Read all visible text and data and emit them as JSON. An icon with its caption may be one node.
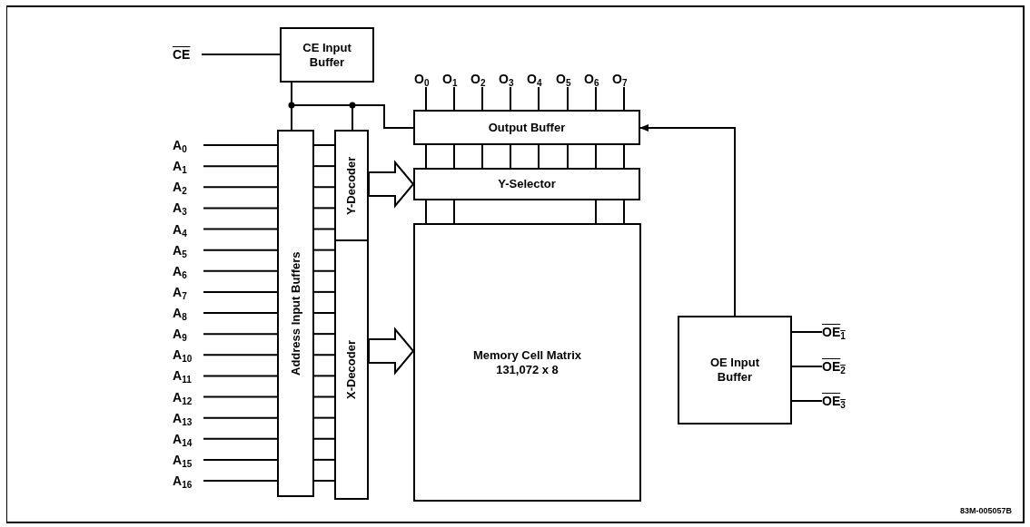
{
  "diagram": {
    "nodes": [
      {
        "text": [
          "CE"
        ]
      },
      {
        "text": [
          "CE Input Buffer"
        ]
      },
      {
        "text": [
          "O$_{0}$"
        ]
      },
      {
        "text": [
          "O$_{1}$"
        ]
      },
      {
        "text": [
          "O$_{2}$"
        ]
      },
      {
        "text": [
          "O$_{3}$"
        ]
      },
      {
        "text": [
          "O$_{4}$"
        ]
      },
      {
        "text": [
          "O$_{5}$"
        ]
      },
      {
        "text": [
          "O$_{6}$"
        ]
      },
      {
        "text": [
          "O$_{7}$"
        ]
      },
      {
        "text": [
          "Output Buffer"
        ]
      },
      {
        "text": [
          "A$_{0}$"
        ]
      },
      {
        "text": [
          "A$_{1}$"
        ]
      },
      {
        "text": [
          "A$_{2}$"
        ]
      },
      {
        "text": [
          "A$_{3}$"
        ]
      },
      {
        "text": [
          "A$_{4}$"
        ]
      },
      {
        "text": [
          "A$_{5}$"
        ]
      },
      {
        "text": [
          "A$_{6}$"
        ]
      },
      {
        "text": [
          "A$_{7}$"
        ]
      },
      {
        "text": [
          "A$_{8}$"
        ]
      },
      {
        "text": [
          "A$_{9}$"
        ]
      },
      {
        "text": [
          "A$_{10}$"
        ]
      },
      {
        "text": [
          "A$_{11}$"
        ]
      },
      {
        "text": [
          "A$_{12}$"
        ]
      },
      {
        "text": [
          "A$_{13}$"
        ]
      },
      {
        "text": [
          "A$_{14}$"
        ]
      },
      {
        "text": [
          "A$_{15}$"
        ]
      },
      {
        "text": [
          "A$_{16}$"
        ]
      },
      {
        "text": [
          "Address Input Buffers"
        ]
      },
      {
        "text": [
          "Y-Decoder"
        ]
      },
      {
        "text": [
          "Y-Selector"
        ]
      },
      {
        "text": [
          "X-Decoder"
        ]
      },
      {
        "text": [
          "Memory Cell Matrix 131,072 x 8"
        ]
      },
      {
        "text": [
          "OE Input Buffer"
        ]
      },
      {
        "text": [
          "OE$_{1}$"
        ]
      },
      {
        "text": [
          "OE$_{2}$"
        ]
      },
      {
        "text": [
          "OE$_{3}$"
        ]
      }
    ],
    "edges": [
      {
        "from": 0,
        "to": 1,
        "arrow": "none"
      },
      {
        "from": 1,
        "to": 28,
        "arrow": "none"
      },
      {
        "from": 1,
        "to": 29,
        "arrow": "none"
      },
      {
        "from": 1,
        "to": 10,
        "arrow": "none"
      },
      {
        "from": 10,
        "to": 2,
        "arrow": "none"
      },
      {
        "from": 10,
        "to": 3,
        "arrow": "none"
      },
      {
        "from": 10,
        "to": 4,
        "arrow": "none"
      },
      {
        "from": 10,
        "to": 5,
        "arrow": "none"
      },
      {
        "from": 10,
        "to": 6,
        "arrow": "none"
      },
      {
        "from": 10,
        "to": 7,
        "arrow": "none"
      },
      {
        "from": 10,
        "to": 8,
        "arrow": "none"
      },
      {
        "from": 10,
        "to": 9,
        "arrow": "none"
      },
      {
        "from": 11,
        "to": 28,
        "arrow": "none"
      },
      {
        "from": 12,
        "to": 28,
        "arrow": "none"
      },
      {
        "from": 13,
        "to": 28,
        "arrow": "none"
      },
      {
        "from": 14,
        "to": 28,
        "arrow": "none"
      },
      {
        "from": 15,
        "to": 28,
        "arrow": "none"
      },
      {
        "from": 16,
        "to": 28,
        "arrow": "none"
      },
      {
        "from": 17,
        "to": 28,
        "arrow": "none"
      },
      {
        "from": 18,
        "to": 28,
        "arrow": "none"
      },
      {
        "from": 19,
        "to": 28,
        "arrow": "none"
      },
      {
        "from": 20,
        "to": 28,
        "arrow": "none"
      },
      {
        "from": 21,
        "to": 28,
        "arrow": "none"
      },
      {
        "from": 22,
        "to": 28,
        "arrow": "none"
      },
      {
        "from": 23,
        "to": 28,
        "arrow": "none"
      },
      {
        "from": 24,
        "to": 28,
        "arrow": "none"
      },
      {
        "from": 25,
        "to": 28,
        "arrow": "none"
      },
      {
        "from": 26,
        "to": 28,
        "arrow": "none"
      },
      {
        "from": 27,
        "to": 28,
        "arrow": "none"
      },
      {
        "from": 28,
        "to": 29,
        "arrow": "none"
      },
      {
        "from": 28,
        "to": 29,
        "arrow": "none"
      },
      {
        "from": 28,
        "to": 29,
        "arrow": "none"
      },
      {
        "from": 28,
        "to": 29,
        "arrow": "none"
      },
      {
        "from": 28,
        "to": 29,
        "arrow": "none"
      },
      {
        "from": 28,
        "to": 31,
        "arrow": "none"
      },
      {
        "from": 28,
        "to": 31,
        "arrow": "none"
      },
      {
        "from": 28,
        "to": 31,
        "arrow": "none"
      },
      {
        "from": 28,
        "to": 31,
        "arrow": "none"
      },
      {
        "from": 28,
        "to": 31,
        "arrow": "none"
      },
      {
        "from": 28,
        "to": 31,
        "arrow": "none"
      },
      {
        "from": 28,
        "to": 31,
        "arrow": "none"
      },
      {
        "from": 28,
        "to": 31,
        "arrow": "none"
      },
      {
        "from": 28,
        "to": 31,
        "arrow": "none"
      },
      {
        "from": 28,
        "to": 31,
        "arrow": "none"
      },
      {
        "from": 28,
        "to": 31,
        "arrow": "none"
      },
      {
        "from": 28,
        "to": 31,
        "arrow": "none"
      },
      {
        "from": 29,
        "to": 30,
        "arrow": "to",
        "style": "thick"
      },
      {
        "from": 31,
        "to": 32,
        "arrow": "to",
        "style": "thick"
      },
      {
        "from": 10,
        "to": 30,
        "arrow": "none"
      },
      {
        "from": 10,
        "to": 30,
        "arrow": "none"
      },
      {
        "from": 10,
        "to": 30,
        "arrow": "none"
      },
      {
        "from": 10,
        "to": 30,
        "arrow": "none"
      },
      {
        "from": 10,
        "to": 30,
        "arrow": "none"
      },
      {
        "from": 10,
        "to": 30,
        "arrow": "none"
      },
      {
        "from": 10,
        "to": 30,
        "arrow": "none"
      },
      {
        "from": 10,
        "to": 30,
        "arrow": "none"
      },
      {
        "from": 30,
        "to": 32,
        "arrow": "none"
      },
      {
        "from": 30,
        "to": 32,
        "arrow": "none"
      },
      {
        "from": 30,
        "to": 32,
        "arrow": "none"
      },
      {
        "from": 30,
        "to": 32,
        "arrow": "none"
      },
      {
        "from": 33,
        "to": 10,
        "arrow": "to"
      },
      {
        "from": 34,
        "to": 33,
        "arrow": "none"
      },
      {
        "from": 35,
        "to": 33,
        "arrow": "none"
      },
      {
        "from": 36,
        "to": 33,
        "arrow": "none"
      }
    ],
    "labels": [
      "83M-005057B"
    ]
  }
}
